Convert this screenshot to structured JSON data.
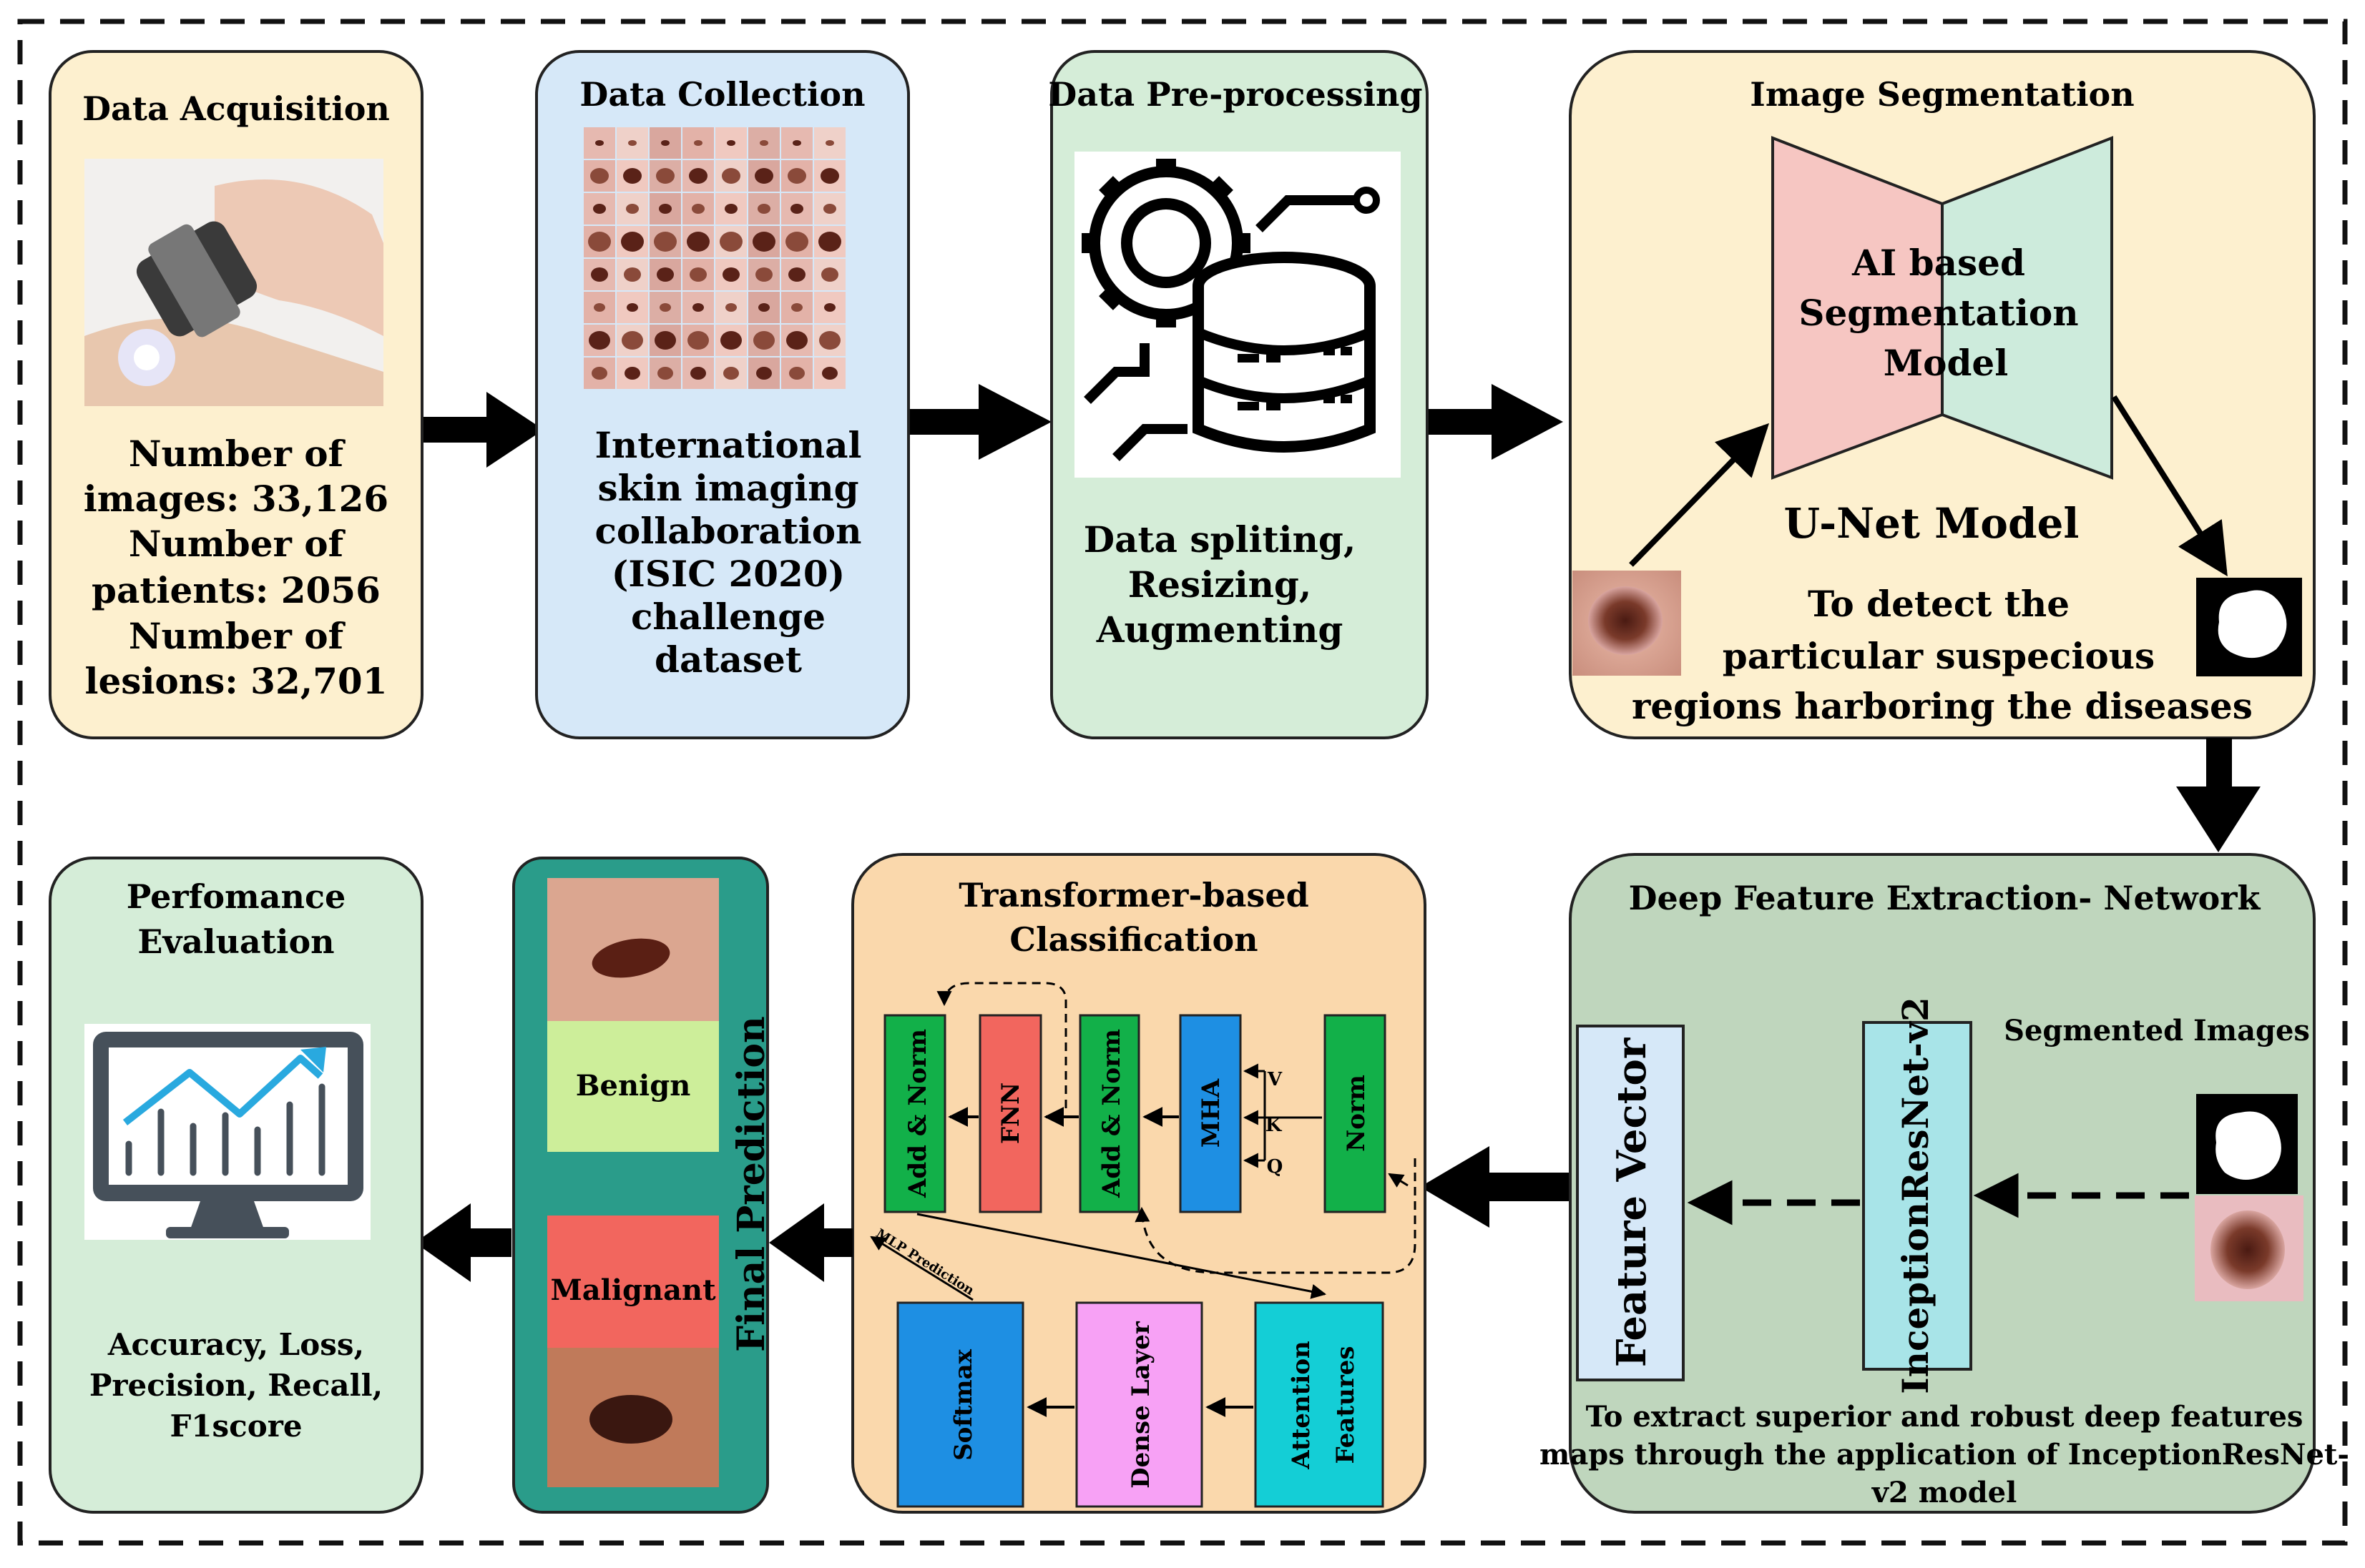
{
  "stages": {
    "acquisition": {
      "title": "Data Acquisition",
      "stats": [
        "Number of",
        "images: 33,126",
        "Number of",
        "patients: 2056",
        "Number of",
        "lesions: 32,701"
      ]
    },
    "collection": {
      "title": "Data Collection",
      "desc": [
        "International",
        "skin imaging",
        "collaboration",
        "(ISIC 2020)",
        "challenge",
        "dataset"
      ]
    },
    "preprocessing": {
      "title": "Data Pre-processing",
      "desc": [
        "Data spliting,",
        "Resizing,",
        "Augmenting"
      ]
    },
    "segmentation": {
      "title": "Image Segmentation",
      "model_text": [
        "AI based",
        "Segmentation",
        "Model"
      ],
      "model_name": "U-Net Model",
      "desc": [
        "To detect the",
        "particular suspecious",
        "regions harboring the diseases"
      ]
    },
    "feature_extraction": {
      "title": "Deep Feature Extraction-  Network",
      "segmented_label": "Segmented Images",
      "backbone": "InceptionResNet-v2",
      "feature_vector": "Feature Vector",
      "desc": [
        "To extract superior and robust deep features",
        "maps through the application of InceptionResNet-",
        "v2 model"
      ]
    },
    "classification": {
      "title": [
        "Transformer-based",
        "Classification"
      ],
      "blocks": {
        "add_norm_1": "Add & Norm",
        "fnn": "FNN",
        "add_norm_2": "Add & Norm",
        "mha": "MHA",
        "norm": "Norm",
        "softmax": "Softmax",
        "dense": "Dense Layer",
        "attention": [
          "Attention",
          "Features"
        ]
      },
      "qkv": [
        "V",
        "K",
        "Q"
      ],
      "mlp_label": "MLP Prediction"
    },
    "prediction": {
      "title": "Final Prediction",
      "benign": "Benign",
      "malignant": "Malignant"
    },
    "evaluation": {
      "title": [
        "Perfomance",
        "Evaluation"
      ],
      "metrics": [
        "Accuracy, Loss,",
        "Precision, Recall,",
        "F1score"
      ]
    }
  },
  "colors": {
    "acquisition_bg": "#FDF0CF",
    "collection_bg": "#D6E8F8",
    "preprocessing_bg": "#D5EDD8",
    "segmentation_bg": "#FDF0CF",
    "feature_bg": "#BFD6BD",
    "classification_bg": "#FAD8AC",
    "prediction_bg": "#2A9C8A",
    "evaluation_bg": "#D5EDD8",
    "unet_encoder": "#F6C6C2",
    "unet_decoder": "#CDEBDC",
    "benign": "#CDEE9A",
    "malignant": "#F2665E",
    "green_block": "#12B049",
    "red_block": "#F2665E",
    "blue_block": "#1E8FE3",
    "magenta_block": "#F7A1F5",
    "cyan_block": "#14CED6"
  }
}
